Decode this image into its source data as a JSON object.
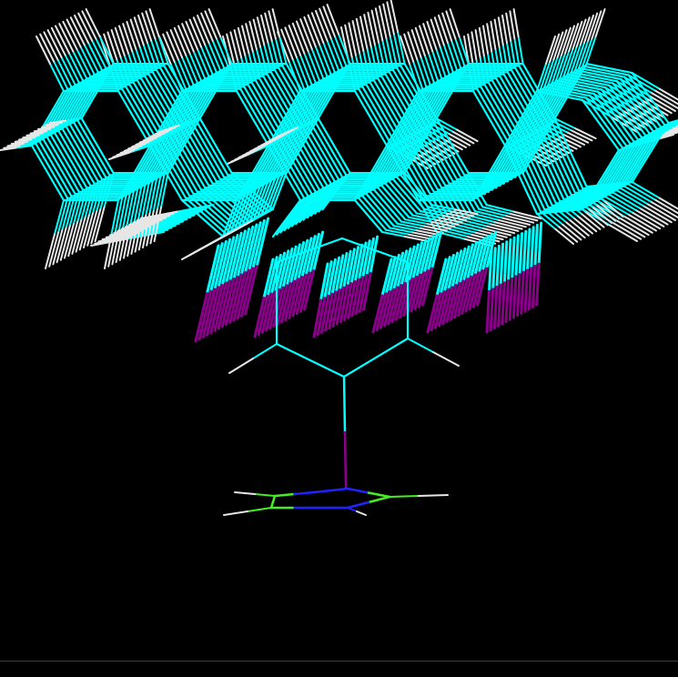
{
  "viewer": {
    "background": "#000000",
    "divider_color": "#3a3a3a"
  },
  "colors": {
    "carbon": "#00ffff",
    "hydrogen": "#e6e6e6",
    "metal": "#8b008b",
    "nitrogen": "#2222ff",
    "boron": "#44ee22"
  },
  "content": {
    "model_style": "wireframe",
    "frames_overlaid": 14,
    "cluster_atoms": [
      "C",
      "H",
      "Metal"
    ],
    "ligand_ring_atoms": [
      "B",
      "B",
      "N",
      "N"
    ]
  }
}
